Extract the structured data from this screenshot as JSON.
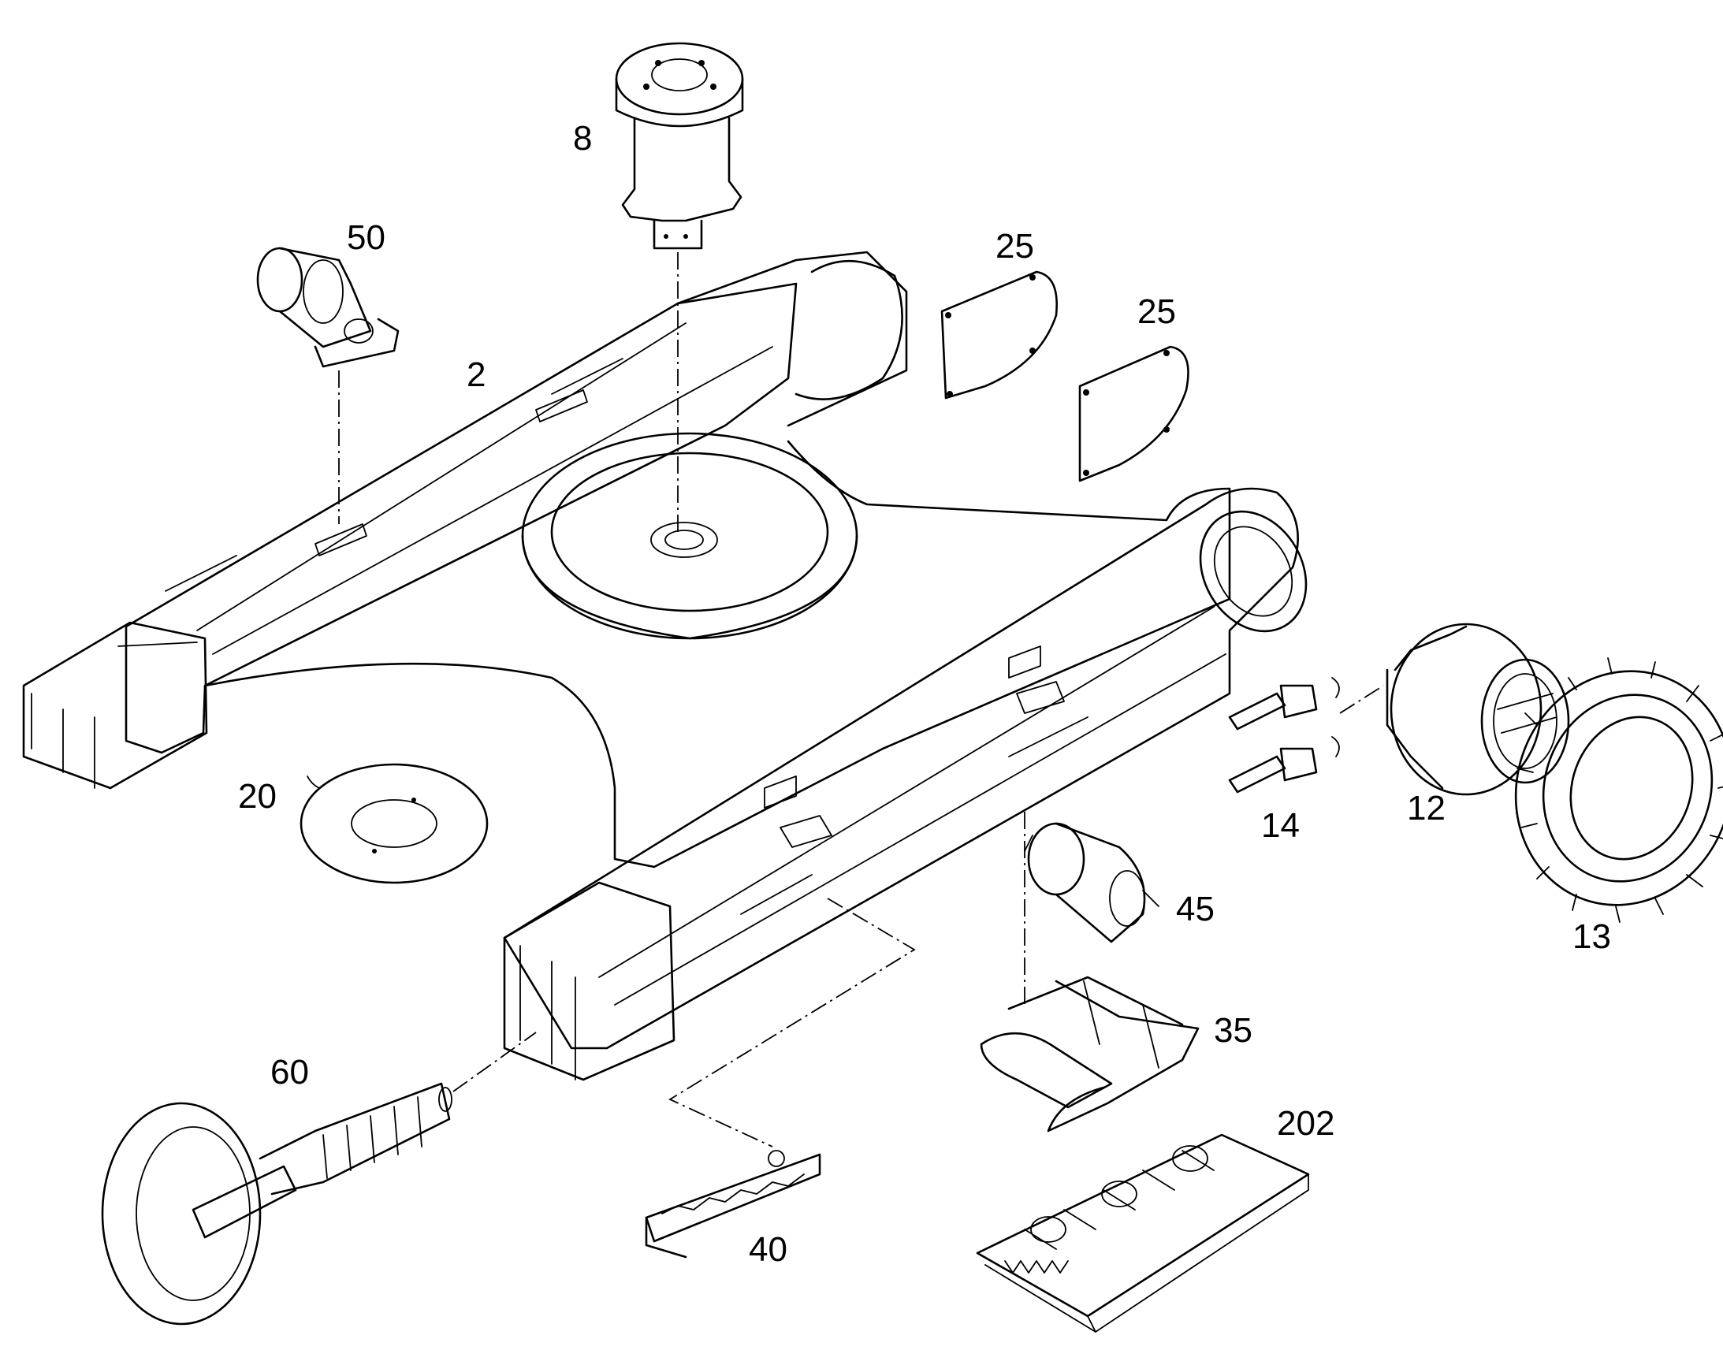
{
  "callouts": {
    "p2": "2",
    "p8": "8",
    "p12": "12",
    "p13": "13",
    "p14": "14",
    "p20": "20",
    "p25a": "25",
    "p25b": "25",
    "p35": "35",
    "p40": "40",
    "p45": "45",
    "p50": "50",
    "p60": "60",
    "p202": "202"
  },
  "colors": {
    "line": "#000000",
    "background": "#ffffff"
  }
}
